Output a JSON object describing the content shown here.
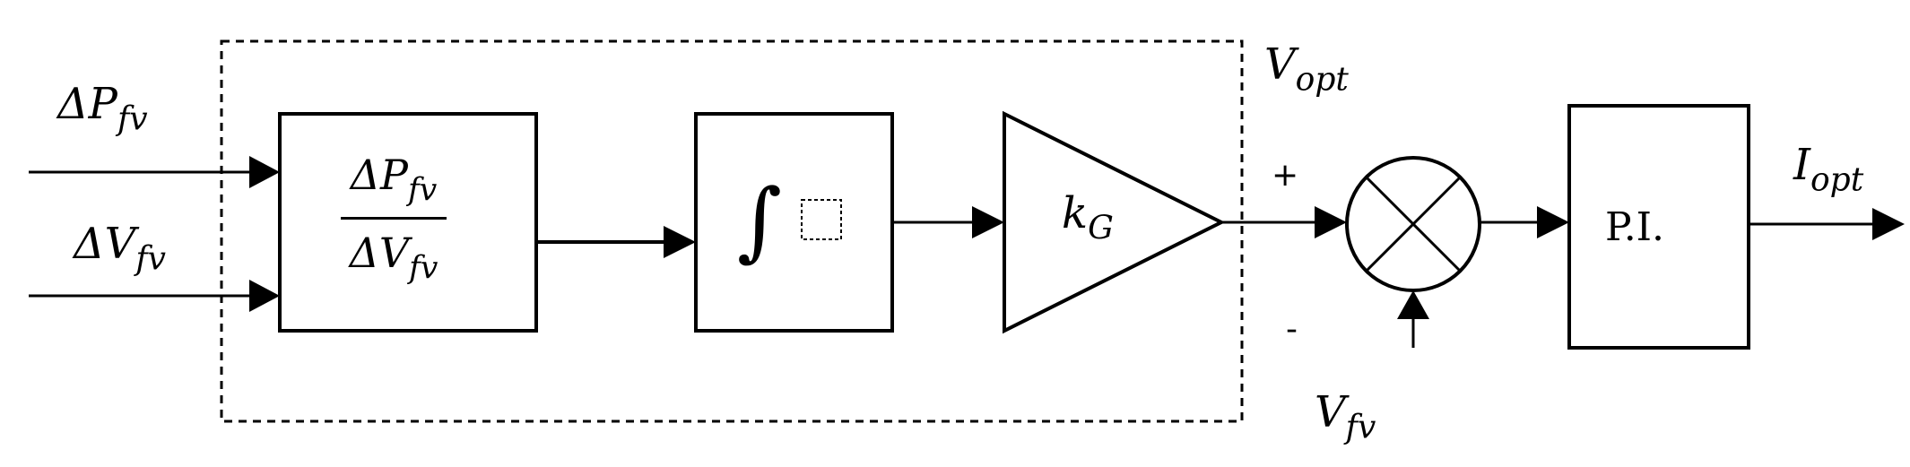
{
  "inputs": {
    "dp_base": "ΔP",
    "dp_sub": "fv",
    "dv_base": "ΔV",
    "dv_sub": "fv"
  },
  "ratio_block": {
    "num_base": "ΔP",
    "num_sub": "fv",
    "den_base": "ΔV",
    "den_sub": "fv"
  },
  "integrator_block": {
    "symbol": "∫"
  },
  "gain_block": {
    "base": "k",
    "sub": "G"
  },
  "vopt_label": {
    "base": "V",
    "sub": "opt"
  },
  "summer": {
    "plus": "+",
    "minus": "-"
  },
  "feedback_label": {
    "base": "V",
    "sub": "fv"
  },
  "pi_block": {
    "label": "P.I."
  },
  "output_label": {
    "base": "I",
    "sub": "opt"
  }
}
